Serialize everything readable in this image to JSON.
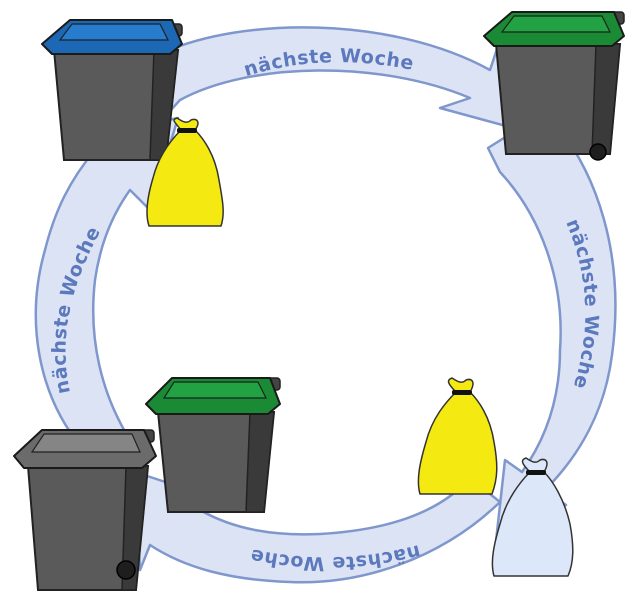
{
  "labels": {
    "top": "nächste Woche",
    "right": "nächste Woche",
    "bottom": "nächste Woche",
    "left": "nächste Woche"
  },
  "colors": {
    "arrow_fill": "#dce3f5",
    "arrow_stroke": "#7f97cc",
    "label_text": "#5b79bc",
    "bin_body": "#5a5a5a",
    "bin_body_dark": "#3a3a3a",
    "lid_blue": "#1c68b4",
    "lid_green": "#1a8a35",
    "lid_grey": "#6b6b6b",
    "bag_yellow": "#f4ea12",
    "bag_lightblue": "#dce8fa"
  },
  "icons": {
    "top_left": "blue-lid-bin-icon",
    "top_right": "green-lid-bin-icon",
    "center": "green-lid-bin-icon",
    "bottom_left": "grey-lid-bin-icon",
    "bag_top": "yellow-bag-icon",
    "bag_right": "yellow-bag-icon",
    "bag_bottom": "light-blue-bag-icon"
  }
}
